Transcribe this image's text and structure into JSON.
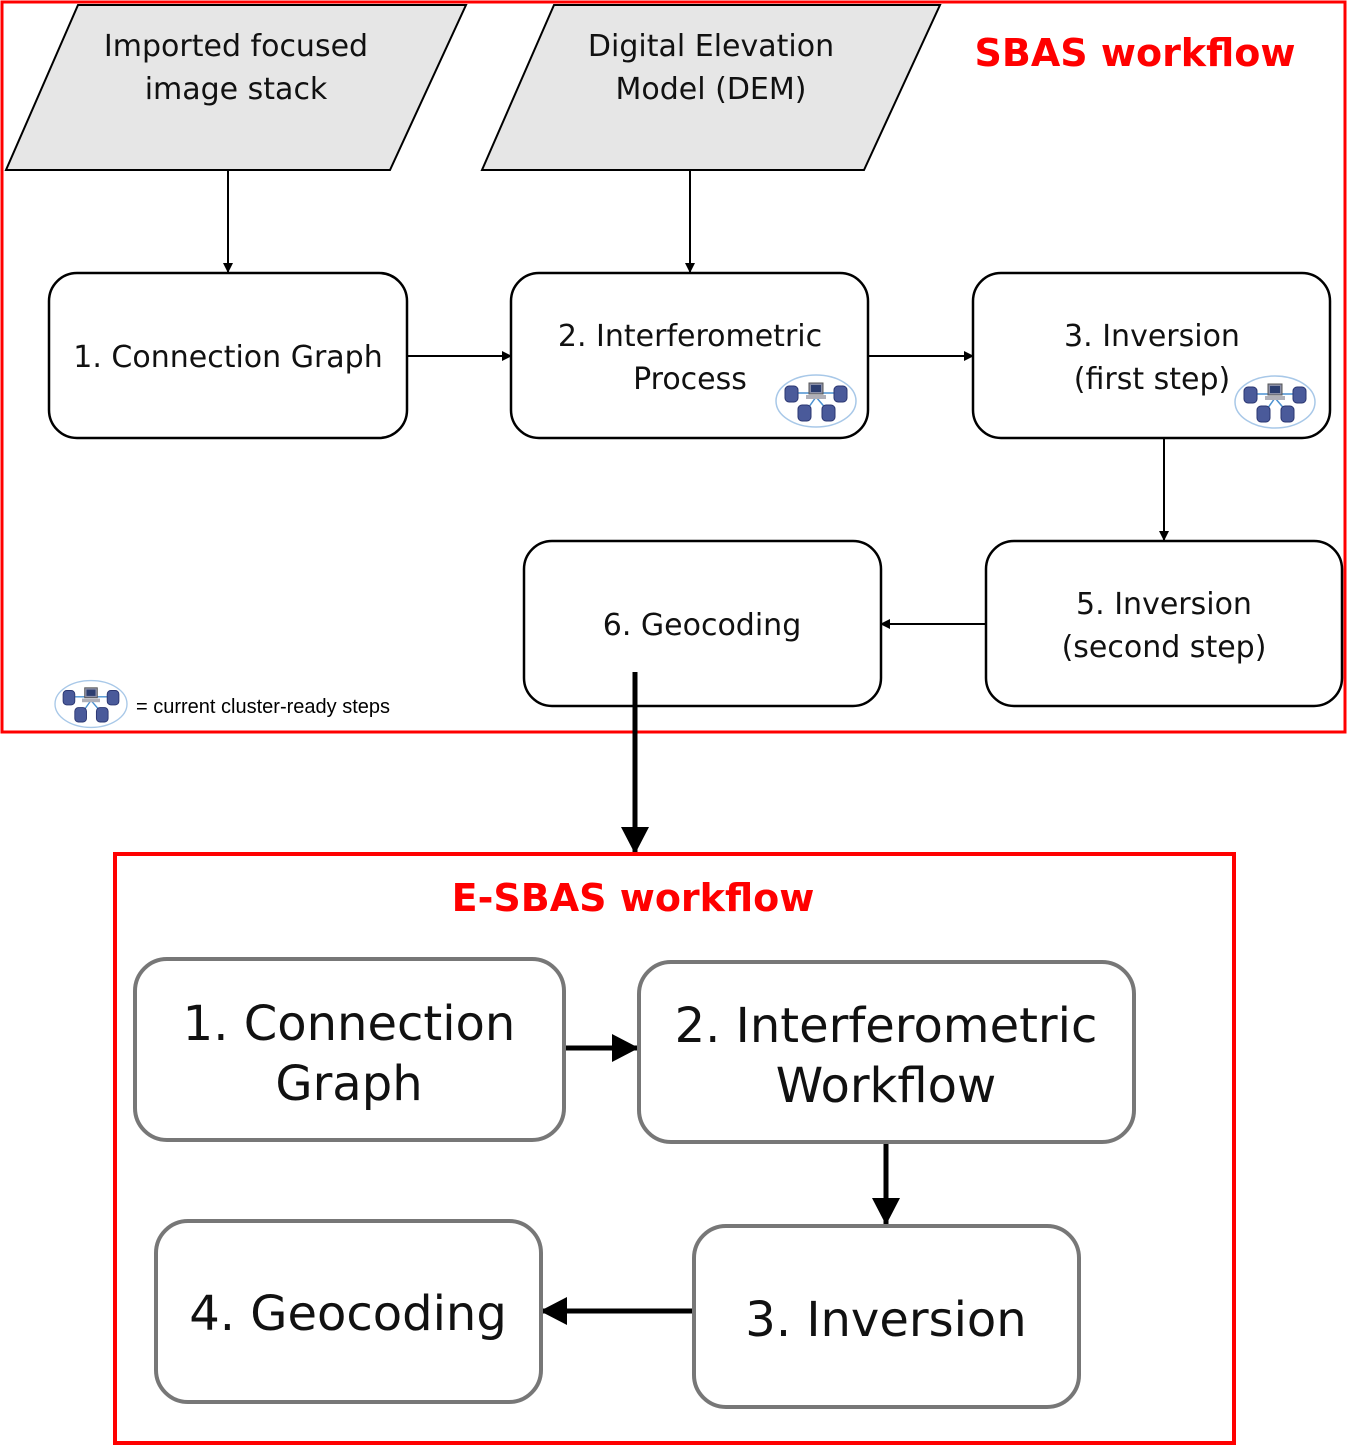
{
  "sbas": {
    "title": "SBAS workflow",
    "inputs": [
      {
        "line1": "Imported focused",
        "line2": "image stack"
      },
      {
        "line1": "Digital Elevation",
        "line2": "Model (DEM)"
      }
    ],
    "steps": {
      "connection_graph": {
        "line1": "1. Connection Graph"
      },
      "interferometric": {
        "line1": "2. Interferometric",
        "line2": "Process",
        "cluster_ready": true
      },
      "inversion_first": {
        "line1": "3. Inversion",
        "line2": "(first step)",
        "cluster_ready": true
      },
      "inversion_second": {
        "line1": "5. Inversion",
        "line2": "(second step)"
      },
      "geocoding": {
        "line1": "6. Geocoding"
      }
    },
    "legend": {
      "icon": "cluster-network-icon",
      "text": "= current cluster-ready steps"
    }
  },
  "esbas": {
    "title": "E-SBAS workflow",
    "steps": {
      "connection_graph": {
        "line1": "1. Connection",
        "line2": "Graph"
      },
      "interferometric": {
        "line1": "2. Interferometric",
        "line2": "Workflow"
      },
      "inversion": {
        "line1": "3. Inversion"
      },
      "geocoding": {
        "line1": "4. Geocoding"
      }
    }
  },
  "colors": {
    "frame": "#ff0000",
    "input_fill": "#e6e6e6",
    "esbas_box_stroke": "#777777",
    "cluster_server": "#4a5a9a",
    "cluster_ring": "#a8c8e8"
  }
}
